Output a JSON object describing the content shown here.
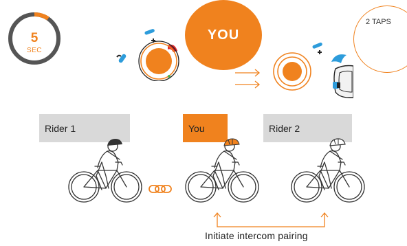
{
  "timer": {
    "value": "5",
    "unit": "SEC"
  },
  "you_bubble": "YOU",
  "taps_label": "2 TAPS",
  "riders": [
    {
      "label": "Rider 1"
    },
    {
      "label": "You"
    },
    {
      "label": "Rider 2"
    }
  ],
  "caption": "Initiate intercom pairing",
  "colors": {
    "accent": "#f0821e",
    "label_bg": "#d9d9d9",
    "device_blue": "#2d9cdb",
    "device_red": "#e0262b"
  },
  "icons": [
    "timer-ring-icon",
    "headset-button-icon",
    "flow-arrow-icon",
    "link-chain-icon",
    "cyclist-icon",
    "helmet-icon",
    "bracket-arrow-icon"
  ]
}
